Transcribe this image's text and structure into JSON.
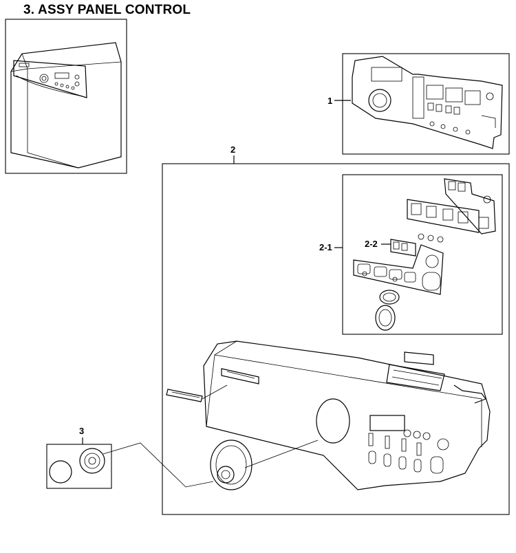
{
  "page": {
    "title": "3. ASSY PANEL CONTROL"
  },
  "callouts": {
    "part_1": "1",
    "part_2": "2",
    "part_2_1": "2-1",
    "part_2_2": "2-2",
    "part_3": "3"
  }
}
